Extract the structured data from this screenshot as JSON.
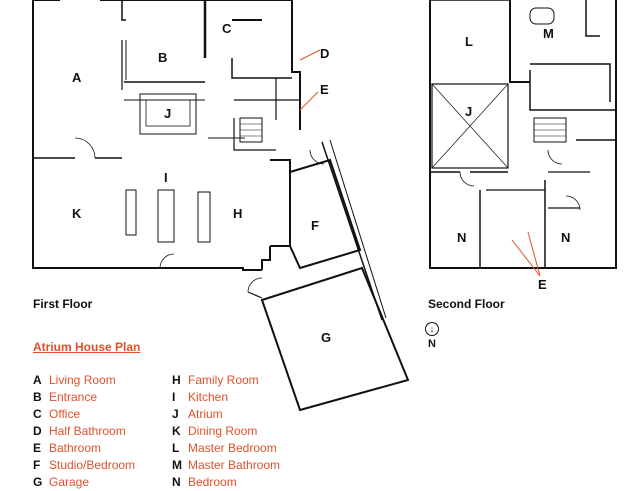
{
  "plan": {
    "first_floor_label": "First Floor",
    "second_floor_label": "Second Floor",
    "compass_letter": "N",
    "title": "Atrium House Plan",
    "rooms_first_floor": [
      "A",
      "B",
      "C",
      "D",
      "E",
      "F",
      "G",
      "H",
      "I",
      "J",
      "K"
    ],
    "rooms_second_floor": [
      "L",
      "M",
      "J",
      "N",
      "N",
      "E"
    ],
    "legend_col1": [
      {
        "key": "A",
        "name": "Living Room"
      },
      {
        "key": "B",
        "name": "Entrance"
      },
      {
        "key": "C",
        "name": "Office"
      },
      {
        "key": "D",
        "name": "Half Bathroom"
      },
      {
        "key": "E",
        "name": "Bathroom"
      },
      {
        "key": "F",
        "name": "Studio/Bedroom"
      },
      {
        "key": "G",
        "name": "Garage"
      }
    ],
    "legend_col2": [
      {
        "key": "H",
        "name": "Family Room"
      },
      {
        "key": "I",
        "name": "Kitchen"
      },
      {
        "key": "J",
        "name": "Atrium"
      },
      {
        "key": "K",
        "name": "Dining Room"
      },
      {
        "key": "L",
        "name": "Master Bedroom"
      },
      {
        "key": "M",
        "name": "Master Bathroom"
      },
      {
        "key": "N",
        "name": "Bedroom"
      }
    ],
    "colors": {
      "accent": "#e0502a",
      "line": "#111111"
    }
  }
}
